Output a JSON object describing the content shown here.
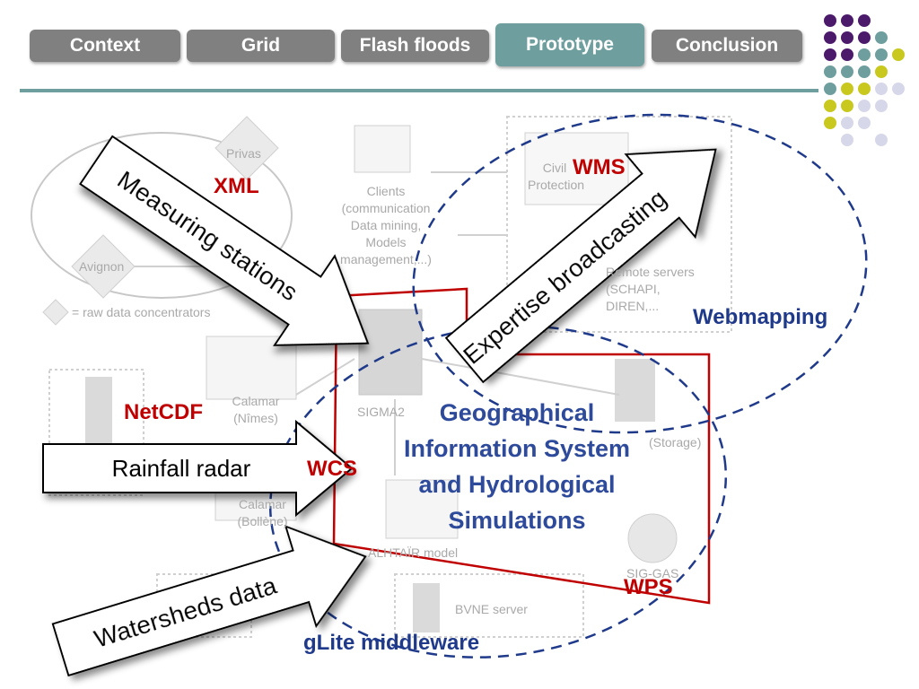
{
  "tabs": [
    {
      "label": "Context",
      "active": false
    },
    {
      "label": "Grid",
      "active": false
    },
    {
      "label": "Flash floods",
      "active": false
    },
    {
      "label": "Prototype",
      "active": true
    },
    {
      "label": "Conclusion",
      "active": false
    }
  ],
  "colors": {
    "tab_inactive": "#808080",
    "tab_active": "#6e9e9e",
    "accent_purple": "#4b1a6b",
    "accent_teal": "#6e9e9e",
    "accent_yellow": "#c8c81e",
    "accent_lavender": "#d7d7ea",
    "label_red": "#c00000",
    "label_blue": "#1f3a8a"
  },
  "background": {
    "privas": "Privas",
    "avignon": "Avignon",
    "legend": "= raw data concentrators",
    "clients": "Clients\n(communication\nData mining,\nModels\nmanagement,...)",
    "civil_protection": "Civil\nProtection",
    "remote_servers": "Remote servers\n(SCHAPI,\nDIREN,...",
    "calamar_nimes": "Calamar\n(Nîmes)",
    "calamar_bollene": "Calamar\n(Bollène)",
    "sigma": "SIGMA2",
    "storage": "(Storage)",
    "alhtair": "ALHTAÏR model",
    "sig_gas": "SIG-GAS",
    "bvne": "BVNE server"
  },
  "labels": {
    "xml": "XML",
    "wms": "WMS",
    "netcdf": "NetCDF",
    "wcs": "WCS",
    "wps": "WPS",
    "webmapping": "Webmapping",
    "glite": "gLite middleware"
  },
  "arrows": {
    "measuring": "Measuring stations",
    "expertise": "Expertise broadcasting",
    "rainfall": "Rainfall radar",
    "watersheds": "Watersheds data"
  },
  "center": {
    "line1": "Geographical",
    "line2": "Information System",
    "line3": "and Hydrological",
    "line4": "Simulations"
  }
}
